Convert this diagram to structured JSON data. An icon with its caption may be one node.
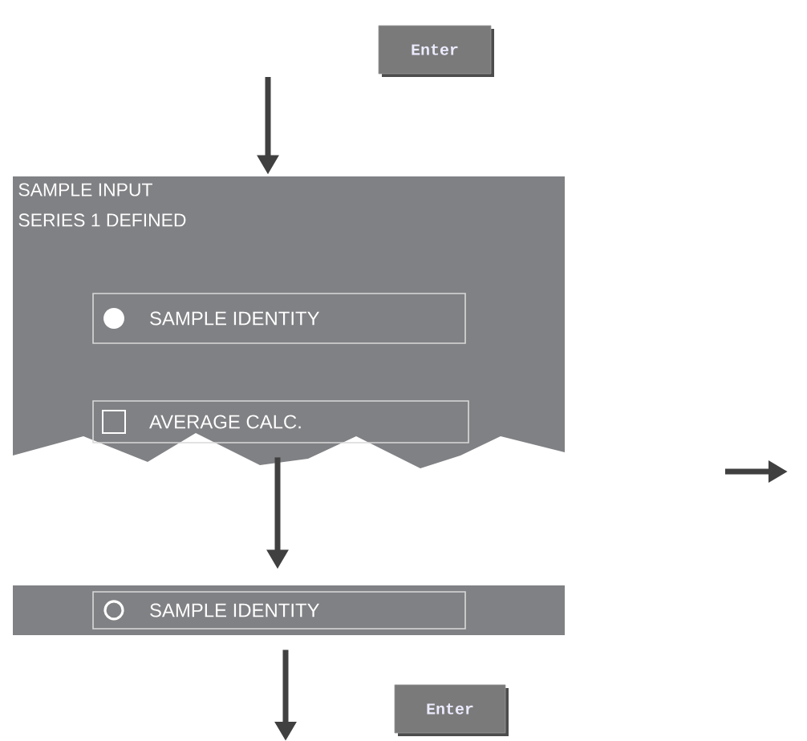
{
  "diagram": {
    "nodes": [
      {
        "text": [
          "Enter"
        ]
      },
      {
        "text": [
          "SAMPLE INPUT",
          "SERIES 1 DEFINED"
        ]
      },
      {
        "text": [
          "SAMPLE IDENTITY"
        ],
        "in": 1
      },
      {
        "text": [
          "AVERAGE CALC."
        ],
        "in": 1
      },
      {
        "text": [],
        "shape": "bar"
      },
      {
        "text": [
          "SAMPLE IDENTITY"
        ],
        "in": 4
      },
      {
        "text": [
          "Enter"
        ]
      }
    ],
    "edges": [
      {
        "from": null,
        "to": 1,
        "arrow": "to"
      },
      {
        "from": 1,
        "to": 4,
        "arrow": "to"
      },
      {
        "from": 4,
        "to": null,
        "arrow": "to"
      }
    ]
  }
}
